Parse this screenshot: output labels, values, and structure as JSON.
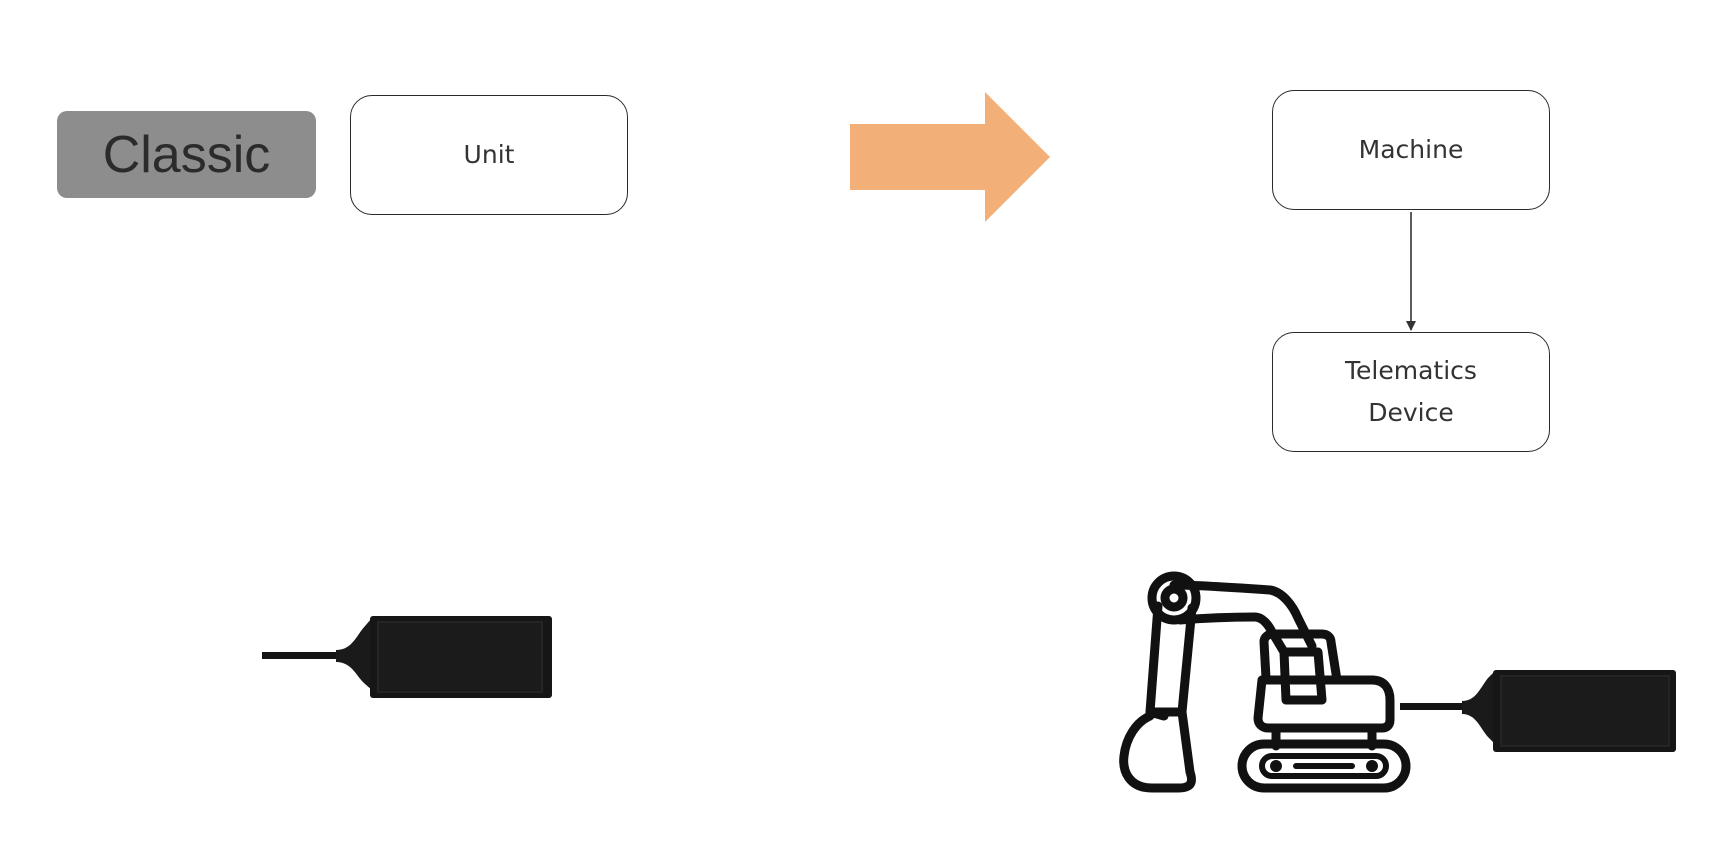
{
  "badge": {
    "label": "Classic"
  },
  "nodes": {
    "unit": "Unit",
    "machine": "Machine",
    "telematics_line1": "Telematics",
    "telematics_line2": "Device"
  },
  "arrow": {
    "color": "#f2b078"
  },
  "icons": {
    "left_device": "telematics-device-icon",
    "right_device": "telematics-device-icon",
    "machine": "excavator-icon"
  }
}
